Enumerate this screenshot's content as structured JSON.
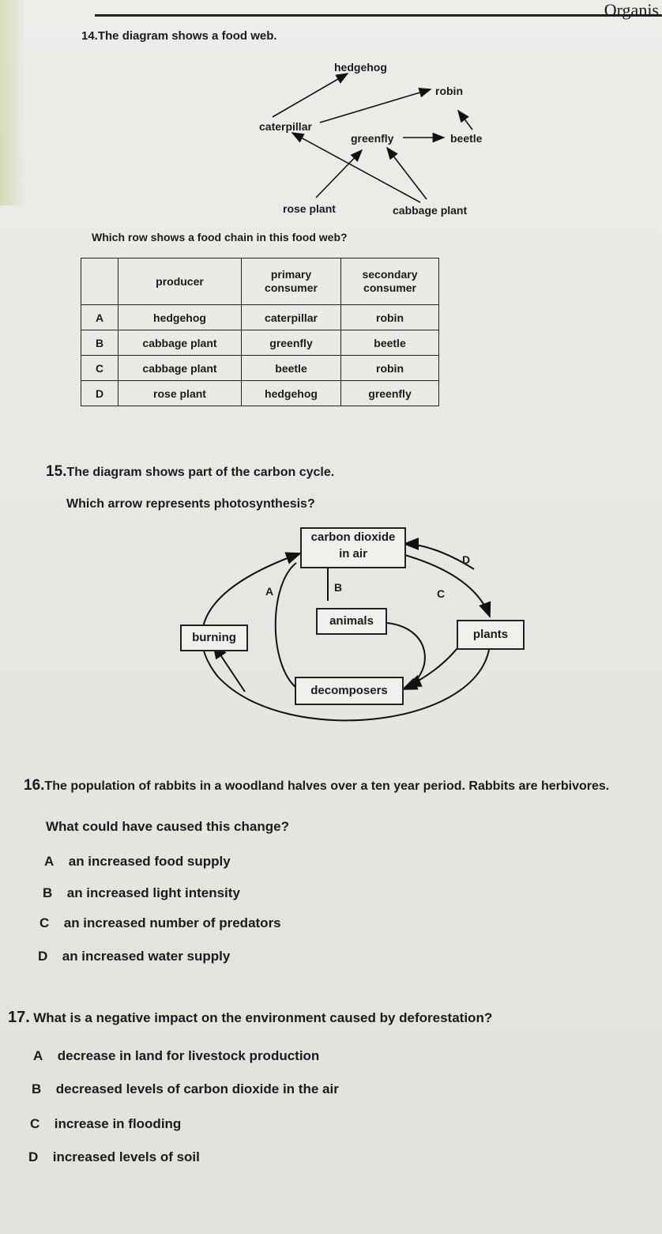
{
  "header": {
    "right_text": "Organis"
  },
  "q14": {
    "number": "14.",
    "title": "The diagram shows a food web.",
    "web_labels": {
      "hedgehog": "hedgehog",
      "robin": "robin",
      "caterpillar": "caterpillar",
      "greenfly": "greenfly",
      "beetle": "beetle",
      "rose_plant": "rose plant",
      "cabbage_plant": "cabbage plant"
    },
    "prompt": "Which row shows a food chain in this food web?",
    "table": {
      "headers": [
        "",
        "producer",
        "primary\nconsumer",
        "secondary\nconsumer"
      ],
      "rows": [
        [
          "A",
          "hedgehog",
          "caterpillar",
          "robin"
        ],
        [
          "B",
          "cabbage plant",
          "greenfly",
          "beetle"
        ],
        [
          "C",
          "cabbage plant",
          "beetle",
          "robin"
        ],
        [
          "D",
          "rose plant",
          "hedgehog",
          "greenfly"
        ]
      ]
    }
  },
  "q15": {
    "number": "15.",
    "title": "The diagram shows part of the carbon cycle.",
    "prompt": "Which arrow represents photosynthesis?",
    "boxes": {
      "co2_line1": "carbon dioxide",
      "co2_line2": "in air",
      "animals": "animals",
      "plants": "plants",
      "burning": "burning",
      "decomposers": "decomposers"
    },
    "arrow_labels": {
      "a": "A",
      "b": "B",
      "c": "C",
      "d": "D"
    }
  },
  "q16": {
    "number": "16.",
    "title": "The population of rabbits in a woodland halves over a ten year period. Rabbits are herbivores.",
    "prompt": "What could have caused this change?",
    "options": [
      {
        "letter": "A",
        "text": "an increased food supply"
      },
      {
        "letter": "B",
        "text": "an increased light intensity"
      },
      {
        "letter": "C",
        "text": "an increased number of predators"
      },
      {
        "letter": "D",
        "text": "an increased water supply"
      }
    ]
  },
  "q17": {
    "number": "17.",
    "title": "What is a negative impact on the environment caused by deforestation?",
    "options": [
      {
        "letter": "A",
        "text": "decrease in land for livestock production"
      },
      {
        "letter": "B",
        "text": "decreased levels of carbon dioxide in the air"
      },
      {
        "letter": "C",
        "text": "increase in flooding"
      },
      {
        "letter": "D",
        "text": "increased levels of soil"
      }
    ]
  }
}
